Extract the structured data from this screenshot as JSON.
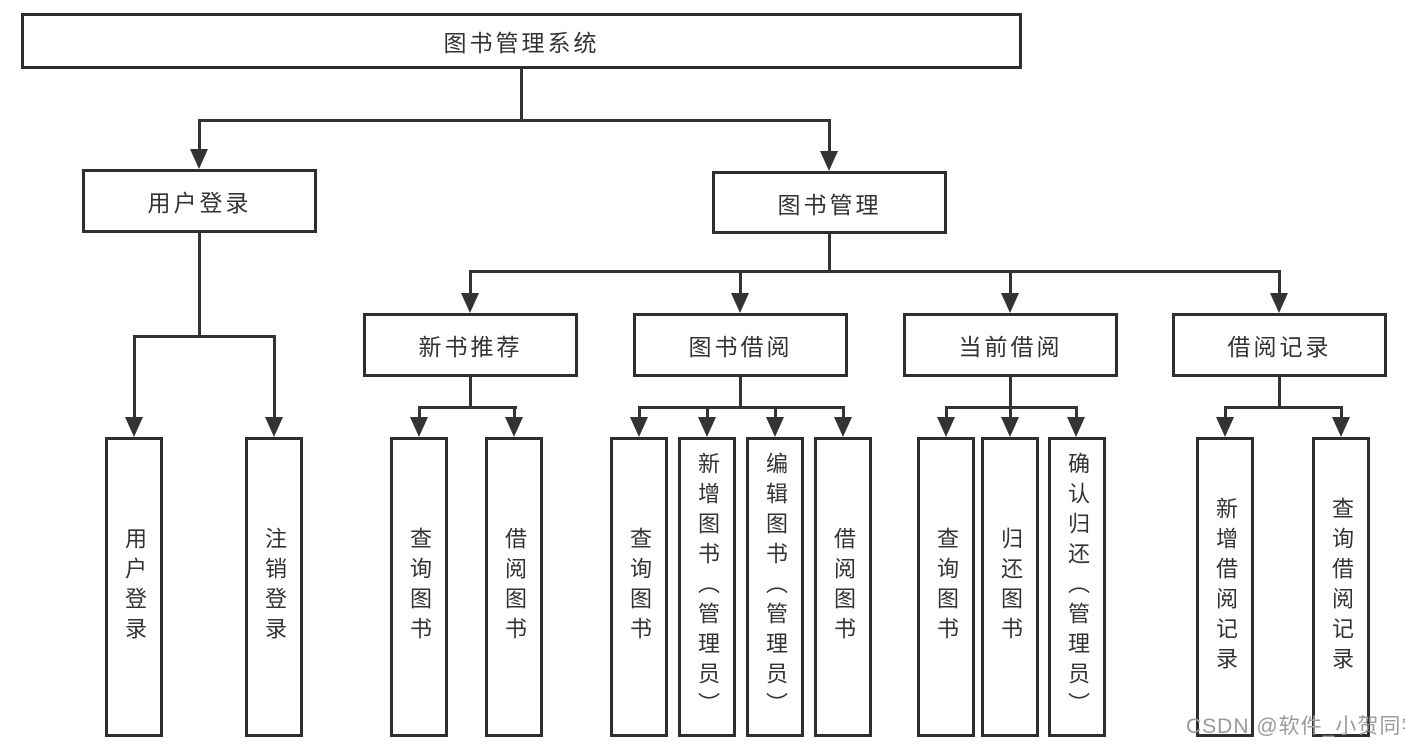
{
  "diagram_title": "图书管理系统",
  "nodes": {
    "root": "图书管理系统",
    "user_login": "用户登录",
    "book_mgmt": "图书管理",
    "new_book_rec": "新书推荐",
    "book_borrow": "图书借阅",
    "current_borrow": "当前借阅",
    "borrow_record": "借阅记录",
    "leaf_user_login": "用户登录",
    "leaf_logout": "注销登录",
    "nbr_query_book": "查询图书",
    "nbr_borrow_book": "借阅图书",
    "bb_query_book": "查询图书",
    "bb_add_book": "新增图书（管理员）",
    "bb_edit_book": "编辑图书（管理员）",
    "bb_borrow_book": "借阅图书",
    "cb_query_book": "查询图书",
    "cb_return_book": "归还图书",
    "cb_confirm_return": "确认归还（管理员）",
    "br_add_record": "新增借阅记录",
    "br_query_record": "查询借阅记录"
  },
  "watermark": "CSDN @软件_小贺同学",
  "colors": {
    "line": "#333333",
    "text": "#333333",
    "background": "#ffffff",
    "watermark": "#9b9b9b"
  }
}
